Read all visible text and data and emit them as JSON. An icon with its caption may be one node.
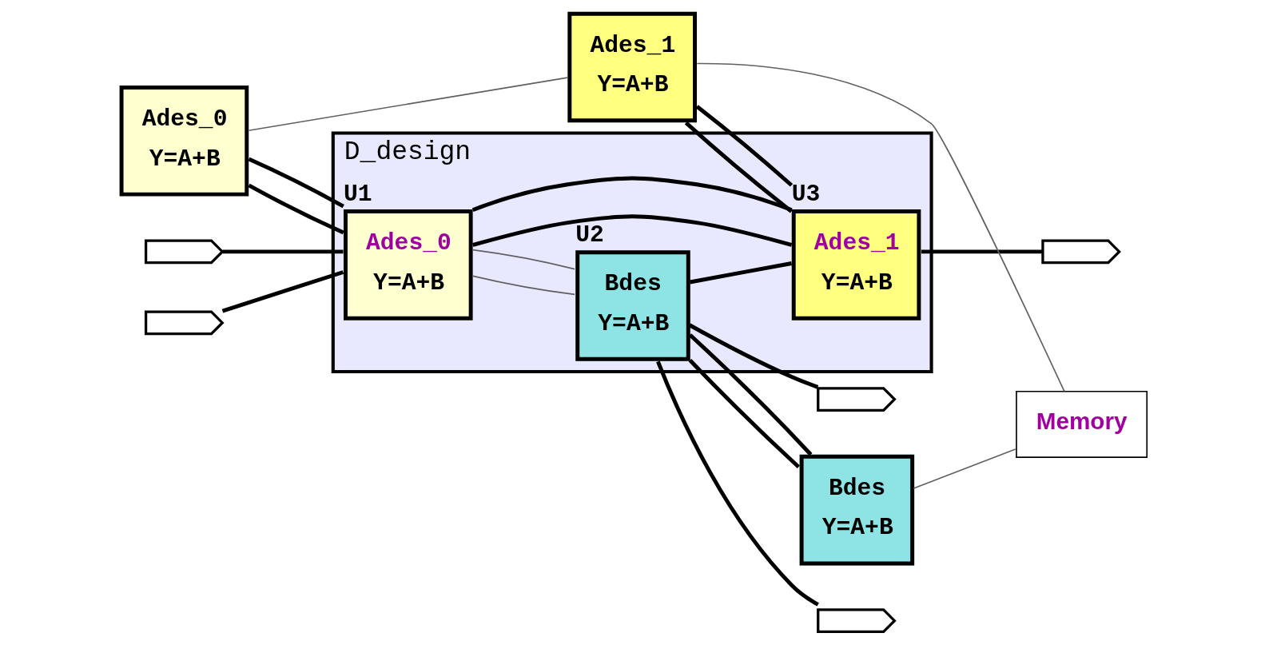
{
  "diagram": {
    "nodes": [
      {
        "text": [
          "D_design"
        ]
      },
      {
        "text": [
          "Ades_0",
          "Y=A+B"
        ],
        "beside": [
          "U1"
        ],
        "in": 0
      },
      {
        "text": [
          "Bdes",
          "Y=A+B"
        ],
        "beside": [
          "U2"
        ],
        "in": 0
      },
      {
        "text": [
          "Ades_1",
          "Y=A+B"
        ],
        "beside": [
          "U3"
        ],
        "in": 0
      },
      {
        "text": [],
        "shape": "pentagon"
      },
      {
        "text": [],
        "shape": "pentagon"
      },
      {
        "text": [],
        "shape": "pentagon"
      },
      {
        "text": [],
        "shape": "pentagon"
      },
      {
        "text": [],
        "shape": "pentagon"
      },
      {
        "text": [
          "Ades_0",
          "Y=A+B"
        ]
      },
      {
        "text": [
          "Ades_1",
          "Y=A+B"
        ]
      },
      {
        "text": [
          "Bdes",
          "Y=A+B"
        ]
      },
      {
        "text": [
          "Memory"
        ]
      }
    ],
    "edges": [
      {
        "from": 4,
        "to": 1,
        "arrow": "none"
      },
      {
        "from": 5,
        "to": 1,
        "arrow": "none"
      },
      {
        "from": 1,
        "to": 2,
        "arrow": "none",
        "color": "#606060"
      },
      {
        "from": 1,
        "to": 2,
        "arrow": "none",
        "color": "#606060"
      },
      {
        "from": 2,
        "to": 6,
        "arrow": "none"
      },
      {
        "from": 2,
        "to": 7,
        "arrow": "none"
      },
      {
        "from": 1,
        "to": 3,
        "arrow": "none"
      },
      {
        "from": 1,
        "to": 3,
        "arrow": "none"
      },
      {
        "from": 2,
        "to": 3,
        "arrow": "none"
      },
      {
        "from": 3,
        "to": 8,
        "arrow": "none"
      },
      {
        "from": 9,
        "to": 1,
        "arrow": "none"
      },
      {
        "from": 9,
        "to": 1,
        "arrow": "none"
      },
      {
        "from": 10,
        "to": 3,
        "arrow": "none"
      },
      {
        "from": 10,
        "to": 3,
        "arrow": "none"
      },
      {
        "from": 2,
        "to": 11,
        "arrow": "none"
      },
      {
        "from": 2,
        "to": 11,
        "arrow": "none"
      },
      {
        "from": 9,
        "to": 10,
        "arrow": "none",
        "color": "#606060"
      },
      {
        "from": 10,
        "to": 12,
        "arrow": "none",
        "color": "#606060"
      },
      {
        "from": 11,
        "to": 12,
        "arrow": "none",
        "color": "#606060"
      }
    ]
  }
}
